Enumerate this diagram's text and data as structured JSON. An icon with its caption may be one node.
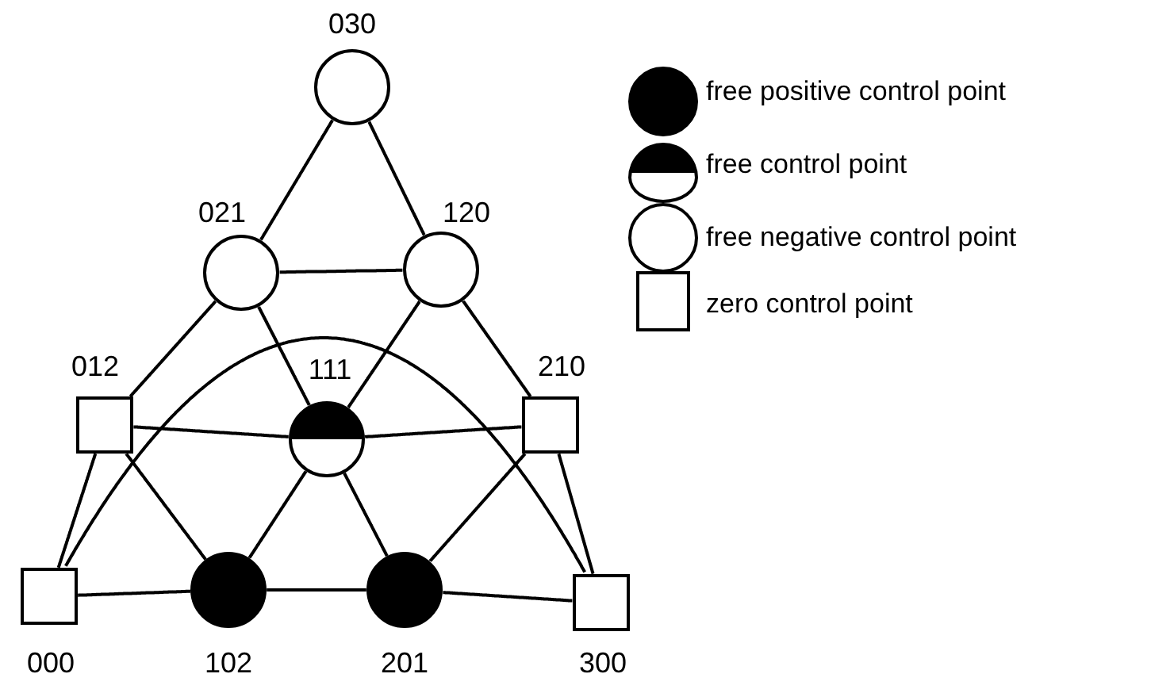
{
  "diagram": {
    "nodes": [
      {
        "text": [],
        "shape": "circle",
        "beside": [
          "030"
        ]
      },
      {
        "text": [],
        "shape": "circle",
        "beside": [
          "021"
        ]
      },
      {
        "text": [],
        "shape": "circle",
        "beside": [
          "120"
        ]
      },
      {
        "text": [],
        "shape": "box",
        "beside": [
          "012"
        ]
      },
      {
        "text": [],
        "shape": "circle",
        "beside": [
          "111"
        ]
      },
      {
        "text": [],
        "shape": "box",
        "beside": [
          "210"
        ]
      },
      {
        "text": [],
        "shape": "box",
        "beside": [
          "000"
        ]
      },
      {
        "text": [],
        "shape": "circle",
        "beside": [
          "102"
        ]
      },
      {
        "text": [],
        "shape": "circle",
        "beside": [
          "201"
        ]
      },
      {
        "text": [],
        "shape": "box",
        "beside": [
          "300"
        ]
      }
    ],
    "edges": [
      {
        "from": 0,
        "to": 1,
        "arrow": "none"
      },
      {
        "from": 0,
        "to": 2,
        "arrow": "none"
      },
      {
        "from": 1,
        "to": 2,
        "arrow": "none"
      },
      {
        "from": 1,
        "to": 3,
        "arrow": "none"
      },
      {
        "from": 1,
        "to": 4,
        "arrow": "none"
      },
      {
        "from": 2,
        "to": 4,
        "arrow": "none"
      },
      {
        "from": 2,
        "to": 5,
        "arrow": "none"
      },
      {
        "from": 3,
        "to": 4,
        "arrow": "none"
      },
      {
        "from": 4,
        "to": 5,
        "arrow": "none"
      },
      {
        "from": 3,
        "to": 6,
        "arrow": "none"
      },
      {
        "from": 3,
        "to": 7,
        "arrow": "none"
      },
      {
        "from": 4,
        "to": 7,
        "arrow": "none"
      },
      {
        "from": 4,
        "to": 8,
        "arrow": "none"
      },
      {
        "from": 5,
        "to": 8,
        "arrow": "none"
      },
      {
        "from": 5,
        "to": 9,
        "arrow": "none"
      },
      {
        "from": 6,
        "to": 7,
        "arrow": "none"
      },
      {
        "from": 7,
        "to": 8,
        "arrow": "none"
      },
      {
        "from": 8,
        "to": 9,
        "arrow": "none"
      },
      {
        "from": 6,
        "to": 9,
        "arrow": "none"
      }
    ],
    "legend": [
      {
        "text": "free positive control point"
      },
      {
        "text": "free control point"
      },
      {
        "text": "free negative control point"
      },
      {
        "text": "zero control point"
      }
    ]
  }
}
